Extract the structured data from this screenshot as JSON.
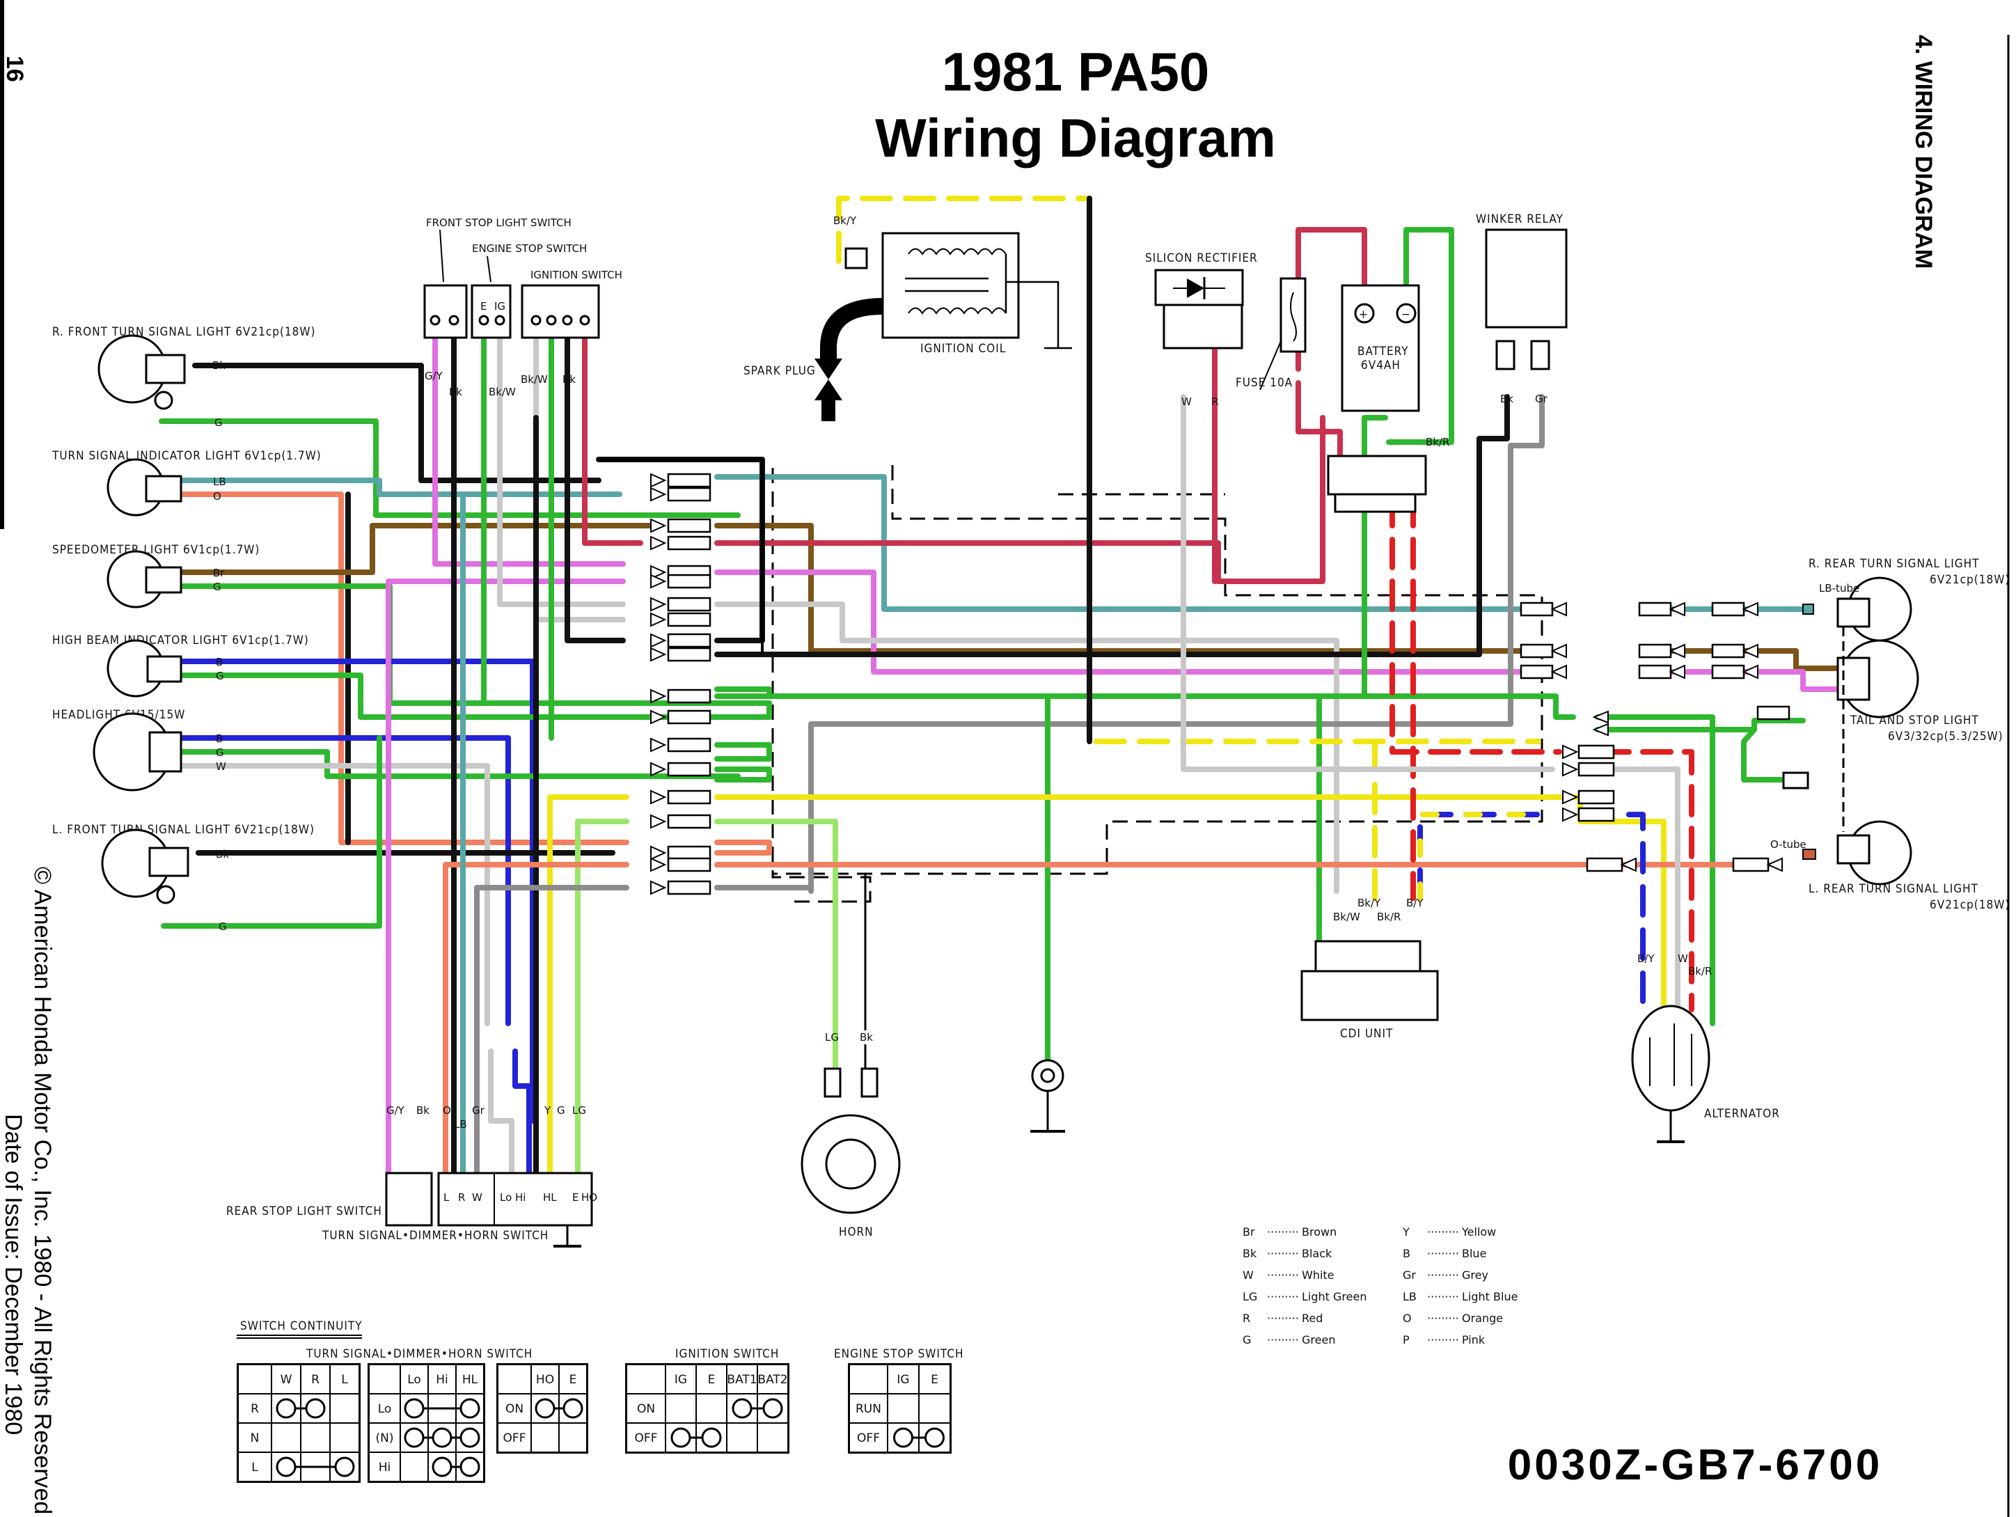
{
  "page": {
    "page_number": "16",
    "title_line1": "1981 PA50",
    "title_line2": "Wiring Diagram",
    "section_title": "4. WIRING DIAGRAM",
    "copyright": "© American Honda Motor Co., Inc. 1980 - All Rights Reserved",
    "date_of_issue": "Date of Issue: December 1980",
    "part_number": "0030Z-GB7-6700"
  },
  "colors": {
    "Bk": "#111111",
    "G": "#2fb82f",
    "LG": "#9be66a",
    "LB": "#5aa6a6",
    "Br": "#7a5418",
    "R": "#c8324f",
    "O": "#f08060",
    "B": "#2323d8",
    "Y": "#f0e614",
    "W": "#c8c8c8",
    "Gr": "#8c8c8c",
    "P": "#e070e0",
    "BkR_red": "#e02020"
  },
  "components": {
    "r_front_turn": "R. FRONT TURN SIGNAL LIGHT 6V21cp(18W)",
    "turn_indicator": "TURN SIGNAL INDICATOR LIGHT 6V1cp(1.7W)",
    "speedometer": "SPEEDOMETER LIGHT 6V1cp(1.7W)",
    "high_beam": "HIGH BEAM INDICATOR LIGHT 6V1cp(1.7W)",
    "headlight": "HEADLIGHT 6V15/15W",
    "l_front_turn": "L. FRONT TURN SIGNAL LIGHT 6V21cp(18W)",
    "front_stop_switch": "FRONT STOP LIGHT SWITCH",
    "engine_stop_switch": "ENGINE STOP SWITCH",
    "ignition_switch": "IGNITION SWITCH",
    "ignition_coil": "IGNITION COIL",
    "spark_plug": "SPARK PLUG",
    "silicon_rectifier": "SILICON RECTIFIER",
    "fuse": "FUSE 10A",
    "battery": "BATTERY",
    "battery_spec": "6V4AH",
    "winker_relay": "WINKER RELAY",
    "r_rear_turn": "R. REAR TURN SIGNAL LIGHT",
    "r_rear_turn_spec": "6V21cp(18W)",
    "tail_stop": "TAIL AND STOP LIGHT",
    "tail_stop_spec": "6V3/32cp(5.3/25W)",
    "l_rear_turn": "L. REAR TURN SIGNAL LIGHT",
    "l_rear_turn_spec": "6V21cp(18W)",
    "cdi_unit": "CDI UNIT",
    "alternator": "ALTERNATOR",
    "horn": "HORN",
    "rear_stop_switch": "REAR STOP LIGHT SWITCH",
    "handlebar_switch": "TURN SIGNAL•DIMMER•HORN SWITCH",
    "lb_tube": "LB-tube",
    "o_tube": "O-tube"
  },
  "switch_terminals": {
    "ignition": [
      "IG",
      "E",
      "BAT1",
      "BAT2"
    ],
    "engine_stop": [
      "E",
      "IG"
    ],
    "handlebar": [
      "L",
      "R",
      "W",
      "Lo",
      "Hi",
      "HL",
      "E",
      "HO"
    ]
  },
  "wire_labels": {
    "bk": "Bk",
    "g": "G",
    "lg": "LG",
    "lb": "LB",
    "br": "Br",
    "r": "R",
    "o": "O",
    "b": "B",
    "y": "Y",
    "w": "W",
    "gr": "Gr",
    "gy": "G/Y",
    "bkw": "Bk/W",
    "bky": "Bk/Y",
    "bkr": "Bk/R",
    "by": "B/Y"
  },
  "legend": [
    {
      "code": "Br",
      "name": "Brown"
    },
    {
      "code": "Bk",
      "name": "Black"
    },
    {
      "code": "W",
      "name": "White"
    },
    {
      "code": "LG",
      "name": "Light Green"
    },
    {
      "code": "R",
      "name": "Red"
    },
    {
      "code": "G",
      "name": "Green"
    },
    {
      "code": "Y",
      "name": "Yellow"
    },
    {
      "code": "B",
      "name": "Blue"
    },
    {
      "code": "Gr",
      "name": "Grey"
    },
    {
      "code": "LB",
      "name": "Light Blue"
    },
    {
      "code": "O",
      "name": "Orange"
    },
    {
      "code": "P",
      "name": "Pink"
    }
  ],
  "continuity": {
    "heading": "SWITCH CONTINUITY",
    "handlebar_title": "TURN SIGNAL•DIMMER•HORN SWITCH",
    "turn": {
      "cols": [
        "W",
        "R",
        "L"
      ],
      "rows": [
        "R",
        "N",
        "L"
      ],
      "connections": [
        [
          "W",
          "R"
        ],
        [],
        [
          "W",
          "L"
        ]
      ]
    },
    "dimmer": {
      "cols": [
        "Lo",
        "Hi",
        "HL"
      ],
      "rows": [
        "Lo",
        "(N)",
        "Hi"
      ],
      "connections": [
        [
          "Lo",
          "HL"
        ],
        [
          "Lo",
          "Hi",
          "HL"
        ],
        [
          "Hi",
          "HL"
        ]
      ]
    },
    "horn": {
      "cols": [
        "HO",
        "E"
      ],
      "rows": [
        "ON",
        "OFF"
      ],
      "connections": [
        [
          "HO",
          "E"
        ],
        []
      ]
    },
    "ignition_title": "IGNITION SWITCH",
    "ignition": {
      "cols": [
        "IG",
        "E",
        "BAT1",
        "BAT2"
      ],
      "rows": [
        "ON",
        "OFF"
      ],
      "connections": [
        [
          "BAT1",
          "BAT2"
        ],
        [
          "IG",
          "E"
        ]
      ]
    },
    "engine_stop_title": "ENGINE STOP SWITCH",
    "engine_stop": {
      "cols": [
        "IG",
        "E"
      ],
      "rows": [
        "RUN",
        "OFF"
      ],
      "connections": [
        [],
        [
          "IG",
          "E"
        ]
      ]
    }
  }
}
